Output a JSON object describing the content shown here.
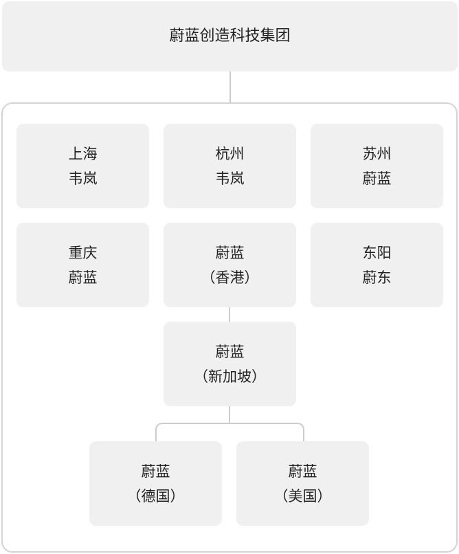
{
  "root": {
    "label": "蔚蓝创造科技集团"
  },
  "grid": [
    {
      "line1": "上海",
      "line2": "韦岚"
    },
    {
      "line1": "杭州",
      "line2": "韦岚"
    },
    {
      "line1": "苏州",
      "line2": "蔚蓝"
    },
    {
      "line1": "重庆",
      "line2": "蔚蓝"
    },
    {
      "line1": "蔚蓝",
      "line2": "（香港）"
    },
    {
      "line1": "东阳",
      "line2": "蔚东"
    }
  ],
  "singapore": {
    "line1": "蔚蓝",
    "line2": "（新加坡）"
  },
  "children": [
    {
      "line1": "蔚蓝",
      "line2": "（德国）"
    },
    {
      "line1": "蔚蓝",
      "line2": "（美国）"
    }
  ]
}
